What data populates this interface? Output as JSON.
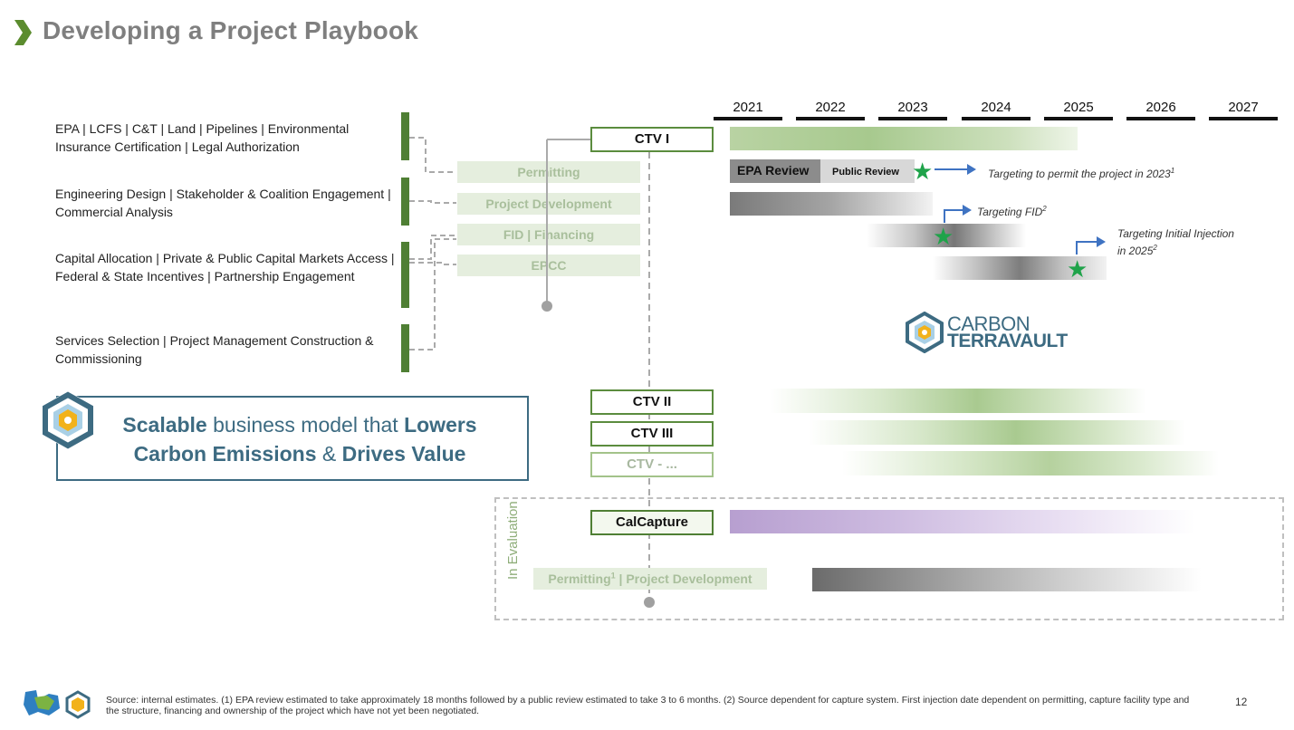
{
  "header": {
    "title": "Developing a Project Playbook"
  },
  "left_descriptions": [
    "EPA | LCFS | C&T | Land | Pipelines | Environmental Insurance Certification | Legal Authorization",
    "Engineering Design | Stakeholder & Coalition Engagement | Commercial Analysis",
    "Capital Allocation | Private & Public Capital Markets Access | Federal & State Incentives | Partnership Engagement",
    "Services Selection | Project Management  Construction & Commissioning"
  ],
  "phases": [
    "Permitting",
    "Project Development",
    "FID | Financing",
    "EPCC"
  ],
  "projects": [
    "CTV I",
    "CTV II",
    "CTV III",
    "CTV - ...",
    "CalCapture"
  ],
  "evaluation": {
    "label": "In Evaluation",
    "phase_prefix": "Permitting",
    "phase_sup": "1",
    "phase_suffix": " | Project Development"
  },
  "years": [
    "2021",
    "2022",
    "2023",
    "2024",
    "2025",
    "2026",
    "2027"
  ],
  "timeline": {
    "epa_review": "EPA Review",
    "public_review": "Public Review",
    "note_permit": "Targeting to permit the project in 2023",
    "note_permit_sup": "1",
    "note_fid": "Targeting FID",
    "note_fid_sup": "2",
    "note_injection_line1": "Targeting Initial Injection",
    "note_injection_line2": "in 2025",
    "note_injection_sup": "2"
  },
  "logo": {
    "line1": "CARBON",
    "line2": "TERRAVAULT"
  },
  "callout": {
    "w1": "Scalable",
    "t1": " business model that ",
    "w2": "Lowers",
    "w3": "Carbon Emissions",
    "t2": " & ",
    "w4": "Drives Value"
  },
  "footer": {
    "source": "Source: internal estimates. (1) EPA review estimated to take approximately 18 months followed by a public review estimated to take 3 to 6 months. (2) Source dependent for capture system. First injection date dependent on permitting, capture facility type and the structure, financing and ownership of the project which have not yet been negotiated.",
    "page_number": "12"
  },
  "colors": {
    "green": "#4f7f34",
    "accent_blue": "#3d6b82",
    "star_green": "#1fa34a",
    "purple": "#b79fd0"
  }
}
